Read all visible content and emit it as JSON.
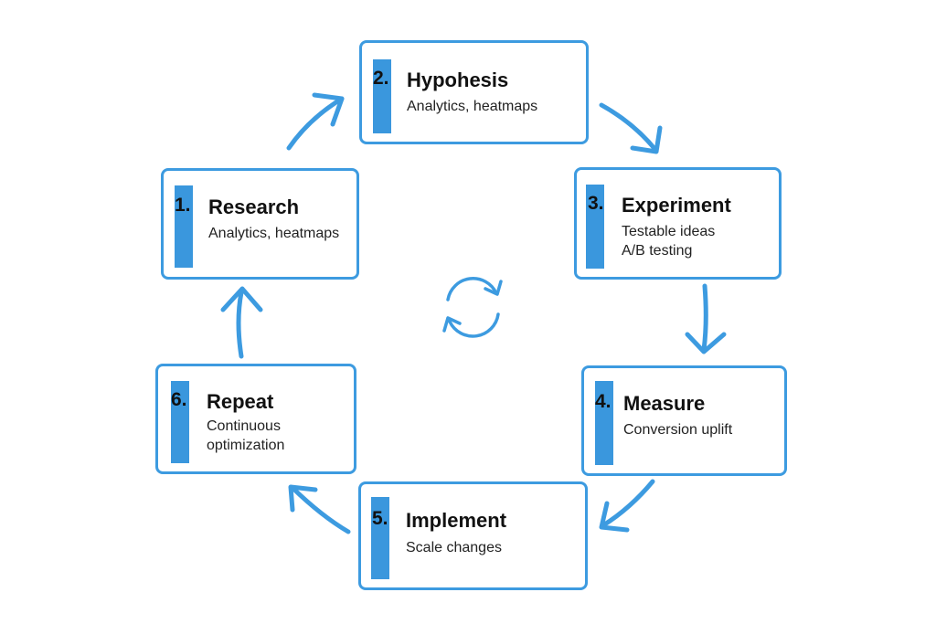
{
  "steps": [
    {
      "number": "1.",
      "title": "Research",
      "lines": [
        "Analytics, heatmaps"
      ]
    },
    {
      "number": "2.",
      "title": "Hypohesis",
      "lines": [
        "Analytics, heatmaps"
      ]
    },
    {
      "number": "3.",
      "title": "Experiment",
      "lines": [
        "Testable ideas",
        "A/B testing"
      ]
    },
    {
      "number": "4.",
      "title": "Measure",
      "lines": [
        "Conversion uplift"
      ]
    },
    {
      "number": "5.",
      "title": "Implement",
      "lines": [
        "Scale changes"
      ]
    },
    {
      "number": "6.",
      "title": "Repeat",
      "lines": [
        "Continuous",
        "optimization"
      ]
    }
  ],
  "colors": {
    "accent": "#3a97dd",
    "border": "#3d9be0",
    "arrow": "#3d9be0",
    "text": "#111111"
  },
  "icons": {
    "center": "refresh-cycle-icon"
  }
}
